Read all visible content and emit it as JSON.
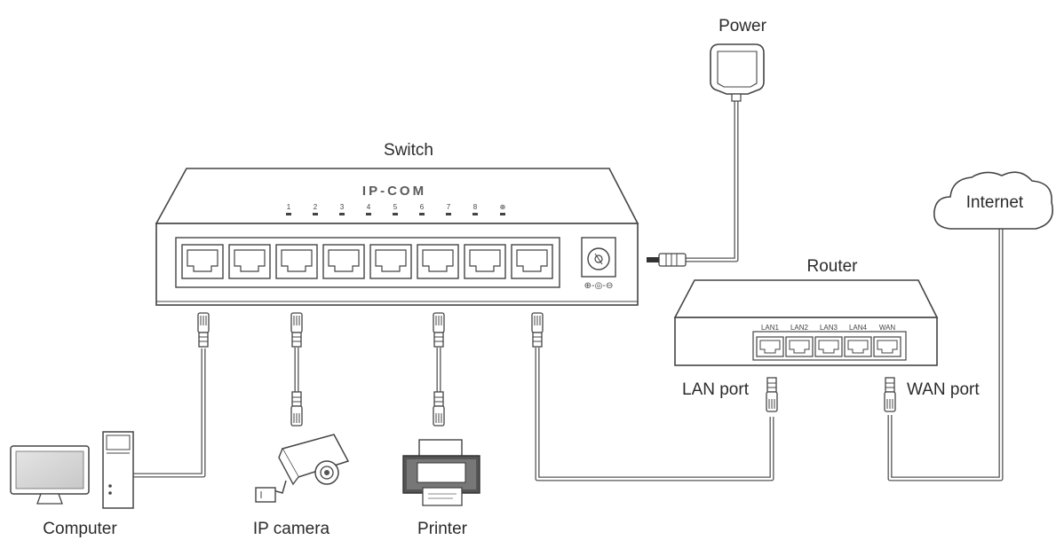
{
  "labels": {
    "power": "Power",
    "switch": "Switch",
    "internet": "Internet",
    "router": "Router",
    "lan_port": "LAN port",
    "wan_port": "WAN port",
    "computer": "Computer",
    "ip_camera": "IP camera",
    "printer": "Printer"
  },
  "switch_brand": "IP-COM",
  "switch_led_labels": [
    "1",
    "2",
    "3",
    "4",
    "5",
    "6",
    "7",
    "8",
    "⊕"
  ],
  "router_ports": [
    "LAN1",
    "LAN2",
    "LAN3",
    "LAN4",
    "WAN"
  ]
}
